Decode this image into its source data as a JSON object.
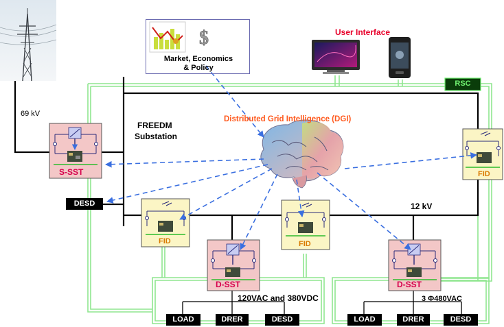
{
  "labels": {
    "kv69": "69 kV",
    "substation_line1": "FREEDM",
    "substation_line2": "Substation",
    "dgi": "Distributed Grid Intelligence (DGI)",
    "user_interface": "User Interface",
    "market_line1": "Market, Economics",
    "market_line2": "& Policy",
    "kv12": "12 kV",
    "ac_dc": "120VAC and 380VDC",
    "three_phase": "3 Φ480VAC"
  },
  "devices": {
    "s_sst": "S-SST",
    "d_sst": "D-SST",
    "fid": "FID",
    "rsc": "RSC",
    "desd": "DESD",
    "load": "LOAD",
    "drer": "DRER"
  },
  "colors": {
    "sst_fill": "#f3c7c7",
    "sst_label": "#d6004c",
    "fid_fill": "#fbf5c5",
    "fid_label": "#d97a00",
    "dgi_text": "#ff5a1e",
    "ui_text": "#e8002a",
    "comm_line": "#8fe68f",
    "data_arrow": "#3a6fe0",
    "rsc_fill": "#0a3d0a",
    "rsc_text": "#6ff06f"
  }
}
